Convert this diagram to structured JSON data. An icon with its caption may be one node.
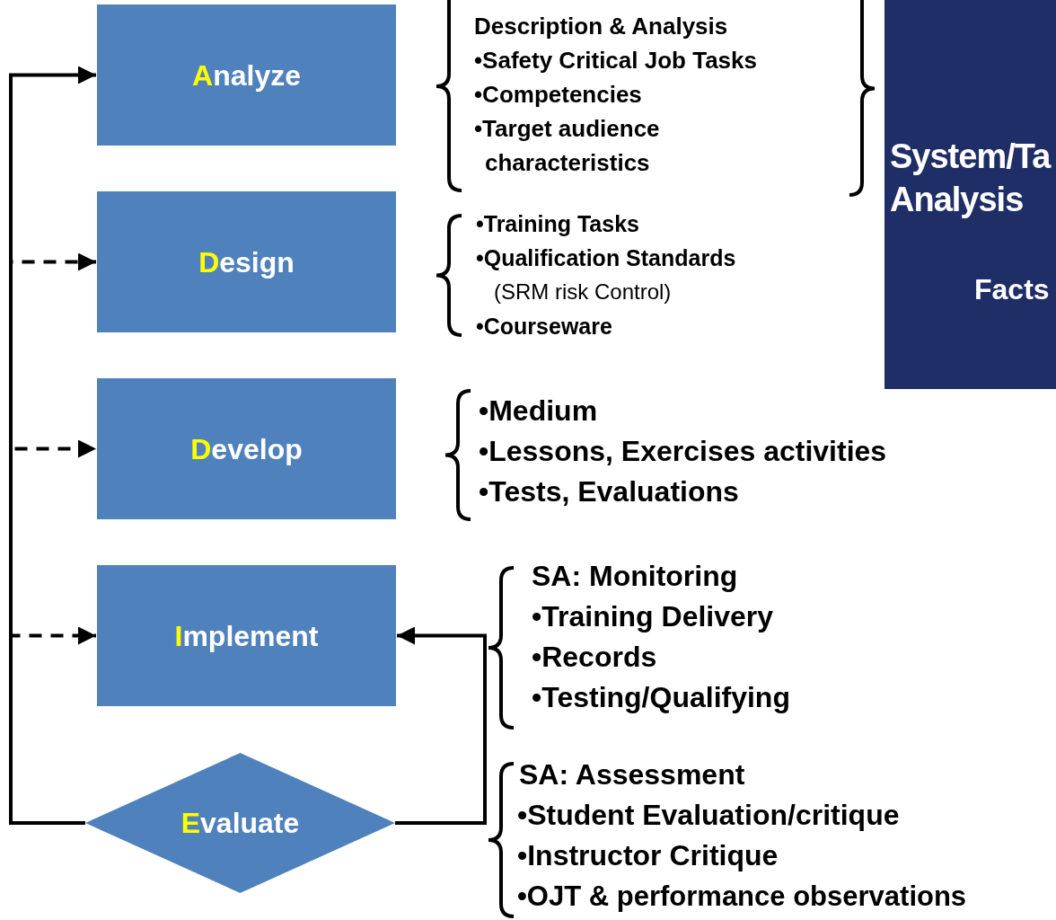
{
  "diagram": {
    "nodes": [
      {
        "text": [
          "Analyze"
        ]
      },
      {
        "text": [
          "Design"
        ]
      },
      {
        "text": [
          "Develop"
        ]
      },
      {
        "text": [
          "Implement"
        ]
      },
      {
        "text": [
          "Evaluate"
        ]
      },
      {
        "text": [
          "System/Ta Analysis",
          "Facts"
        ]
      }
    ],
    "edges": [
      {
        "from": 4,
        "to": 0,
        "arrow": "to"
      },
      {
        "from": 4,
        "to": 1,
        "arrow": "to",
        "style": "dashed"
      },
      {
        "from": 4,
        "to": 2,
        "arrow": "to",
        "style": "dashed"
      },
      {
        "from": 4,
        "to": 3,
        "arrow": "to",
        "style": "dashed"
      },
      {
        "from": 4,
        "to": 3,
        "arrow": "to"
      }
    ],
    "labels": [
      "Description & Analysis",
      "•Safety Critical Job Tasks",
      "•Competencies",
      "•Target audience characteristics",
      "•Training Tasks",
      "•Qualification Standards",
      "(SRM risk Control)",
      "•Courseware",
      "•Medium",
      "•Lessons, Exercises activities",
      "•Tests, Evaluations",
      "SA: Monitoring",
      "•Training Delivery",
      "•Records",
      "•Testing/Qualifying",
      "SA: Assessment",
      "•Student Evaluation/critique",
      "•Instructor Critique",
      "•OJT & performance observations"
    ]
  }
}
